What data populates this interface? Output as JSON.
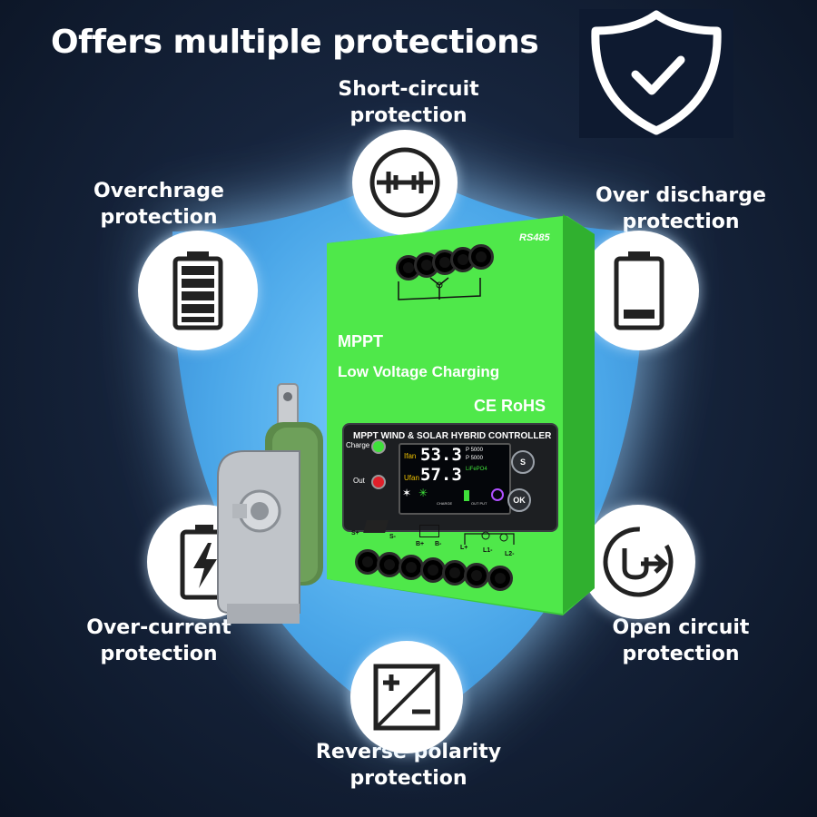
{
  "title": "Offers multiple protections",
  "badge": {
    "icon": "shield-check-icon"
  },
  "protections": [
    {
      "id": "short-circuit",
      "label": "Short-circuit\nprotection",
      "icon": "short-circuit-icon"
    },
    {
      "id": "overcharge",
      "label": "Overchrage\nprotection",
      "icon": "full-battery-icon"
    },
    {
      "id": "over-discharge",
      "label": "Over discharge\nprotection",
      "icon": "low-battery-icon"
    },
    {
      "id": "over-current",
      "label": "Over-current\nprotection",
      "icon": "battery-bolt-icon"
    },
    {
      "id": "open-circuit",
      "label": "Open circuit\nprotection",
      "icon": "open-circuit-icon"
    },
    {
      "id": "reverse-polarity",
      "label": "Reverse polarity\nprotection",
      "icon": "polarity-icon"
    }
  ],
  "device": {
    "rs485": "RS485",
    "mppt": "MPPT",
    "low_voltage": "Low Voltage Charging",
    "cert": "CE RoHS",
    "panel_title": "MPPT WIND & SOLAR HYBRID CONTROLLER",
    "charge_label": "Charge",
    "out_label": "Out",
    "lcd": {
      "ifan": "Ifan",
      "ufan": "Ufan",
      "value1": "53.3",
      "value2": "57.3",
      "p_line1": "P",
      "p1": "5000",
      "p_line2": "P",
      "p2": "5000",
      "battery_type": "LiFePO4",
      "charge": "CHARGE",
      "output": "OUT PUT"
    },
    "btn_s": "S",
    "btn_ok": "OK",
    "terminals": {
      "s_plus": "S+",
      "s_minus": "S-",
      "b_plus": "B+",
      "b_minus": "B-",
      "l_plus": "L+",
      "l1_minus": "L1-",
      "l2_minus": "L2-"
    }
  },
  "colors": {
    "device_green": "#4fe84a",
    "accent_blue": "#4aa6e8",
    "background": "#16243c"
  }
}
